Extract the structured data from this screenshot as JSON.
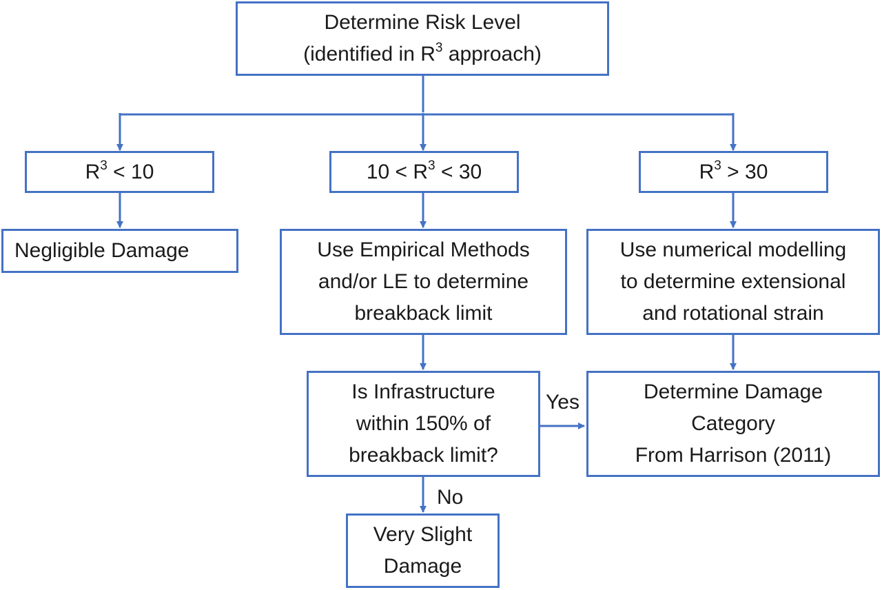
{
  "nodes": {
    "risk": {
      "line1": "Determine Risk Level",
      "line2_pre": "(identified in R",
      "line2_sup": "3",
      "line2_post": " approach)"
    },
    "low": {
      "pre": "R",
      "sup": "3",
      "post": " < 10"
    },
    "mid": {
      "pre": "10 < R",
      "sup": "3",
      "post": " < 30"
    },
    "high": {
      "pre": "R",
      "sup": "3",
      "post": " > 30"
    },
    "negligible": {
      "text": "Negligible Damage"
    },
    "empirical": {
      "lines": [
        "Use Empirical Methods",
        "and/or LE to determine",
        "breakback limit"
      ]
    },
    "numerical": {
      "lines": [
        "Use numerical modelling",
        "to determine extensional",
        "and rotational strain"
      ]
    },
    "infrastructure": {
      "lines": [
        "Is Infrastructure",
        "within 150% of",
        "breakback limit?"
      ]
    },
    "damage_category": {
      "lines": [
        "Determine Damage",
        "Category",
        "From Harrison (2011)"
      ]
    },
    "very_slight": {
      "lines": [
        "Very Slight",
        "Damage"
      ]
    }
  },
  "edge_labels": {
    "yes": "Yes",
    "no": "No"
  },
  "colors": {
    "line": "#4472c4",
    "text": "#1a1a1a"
  }
}
